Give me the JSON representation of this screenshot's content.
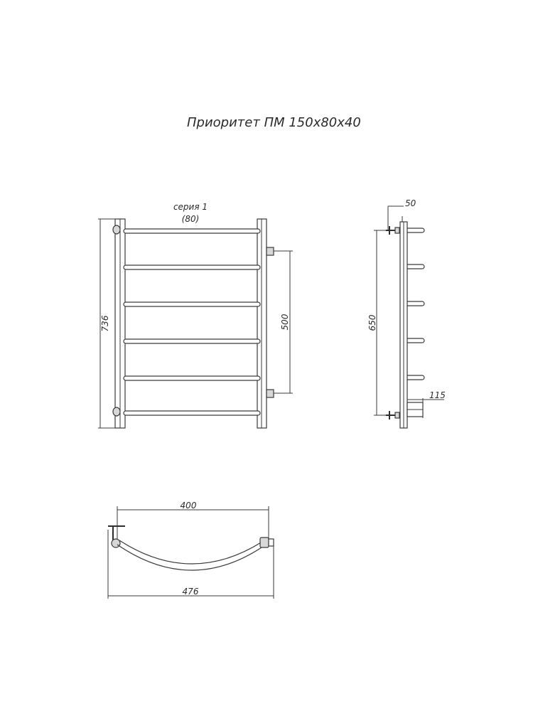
{
  "title": "Приоритет ПМ 150х80х40",
  "series_label": "серия 1",
  "series_value": "(80)",
  "dimensions": {
    "total_height": "736",
    "connection_spacing": "500",
    "side_height": "650",
    "depth_top": "50",
    "depth_bottom": "115",
    "arc_width": "400",
    "total_width": "476"
  }
}
